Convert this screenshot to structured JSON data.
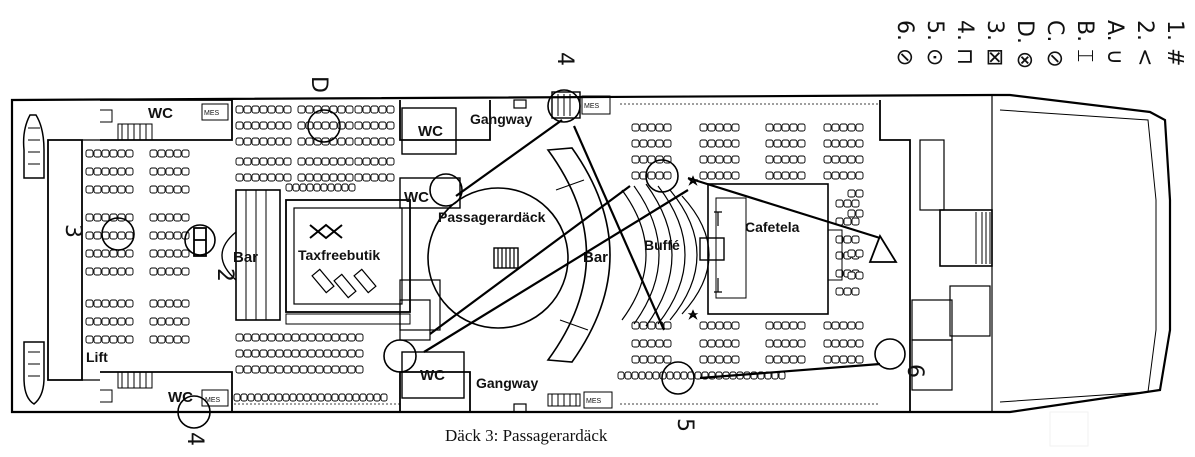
{
  "plan": {
    "caption": "Däck 3: Passagerardäck",
    "center_label": "Passagerardäck",
    "rooms": {
      "wc_top_left": "WC",
      "wc_top_mid": "WC",
      "wc_center": "WC",
      "wc_bottom_mid": "WC",
      "wc_bottom_left": "WC",
      "mes_top_left": "MES",
      "mes_top_right": "MES",
      "mes_bottom_left": "MES",
      "mes_bottom_right": "MES",
      "gangway_top": "Gangway",
      "gangway_bottom": "Gangway",
      "bar_left": "Bar",
      "bar_center": "Bar",
      "shop": "Taxfreebutik",
      "buffet": "Buffé",
      "cafeteria": "Cafetela",
      "lift": "Lift"
    },
    "hand_marks": {
      "d": "D",
      "four_top": "4",
      "four_bottom": "4",
      "five": "5",
      "six": "6",
      "two": "2",
      "three": "3"
    },
    "legend": [
      {
        "id": "1",
        "text": "1. #"
      },
      {
        "id": "2",
        "text": "2. <"
      },
      {
        "id": "A",
        "text": "A. ∪"
      },
      {
        "id": "B",
        "text": "B. ⌶"
      },
      {
        "id": "C",
        "text": "C. ⊘"
      },
      {
        "id": "D",
        "text": "D. ⊗"
      },
      {
        "id": "3",
        "text": "3. ⊠"
      },
      {
        "id": "4",
        "text": "4. ⊓"
      },
      {
        "id": "5",
        "text": "5. ⊙"
      },
      {
        "id": "6",
        "text": "6. ⊘"
      }
    ]
  }
}
